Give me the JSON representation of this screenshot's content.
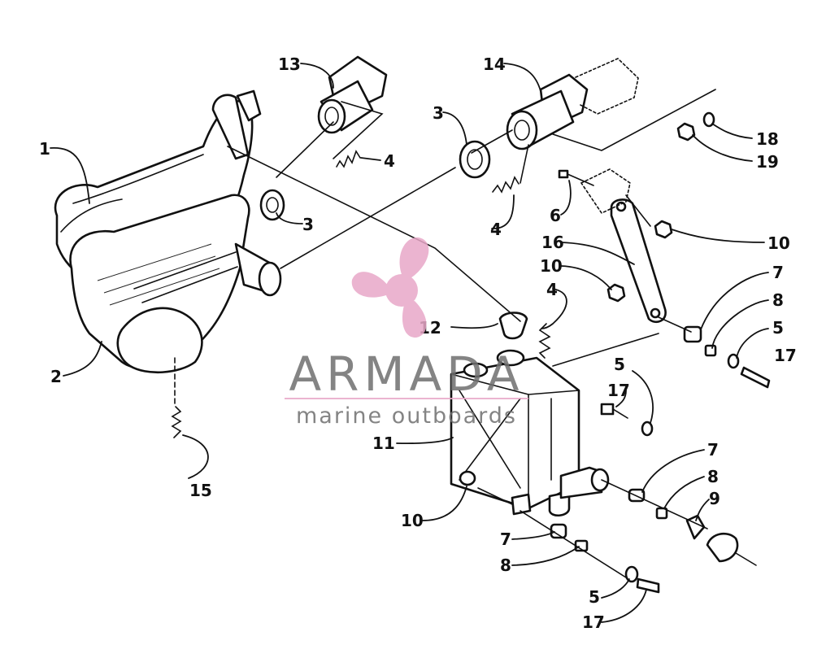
{
  "diagram": {
    "labels": [
      {
        "id": "l1",
        "text": "1"
      },
      {
        "id": "l2",
        "text": "2"
      },
      {
        "id": "l3a",
        "text": "3"
      },
      {
        "id": "l3b",
        "text": "3"
      },
      {
        "id": "l4a",
        "text": "4"
      },
      {
        "id": "l4b",
        "text": "4"
      },
      {
        "id": "l4c",
        "text": "4"
      },
      {
        "id": "l5a",
        "text": "5"
      },
      {
        "id": "l5b",
        "text": "5"
      },
      {
        "id": "l5c",
        "text": "5"
      },
      {
        "id": "l6",
        "text": "6"
      },
      {
        "id": "l7a",
        "text": "7"
      },
      {
        "id": "l7b",
        "text": "7"
      },
      {
        "id": "l7c",
        "text": "7"
      },
      {
        "id": "l8a",
        "text": "8"
      },
      {
        "id": "l8b",
        "text": "8"
      },
      {
        "id": "l8c",
        "text": "8"
      },
      {
        "id": "l9",
        "text": "9"
      },
      {
        "id": "l10a",
        "text": "10"
      },
      {
        "id": "l10b",
        "text": "10"
      },
      {
        "id": "l10c",
        "text": "10"
      },
      {
        "id": "l11",
        "text": "11"
      },
      {
        "id": "l12",
        "text": "12"
      },
      {
        "id": "l13",
        "text": "13"
      },
      {
        "id": "l14",
        "text": "14"
      },
      {
        "id": "l15",
        "text": "15"
      },
      {
        "id": "l16",
        "text": "16"
      },
      {
        "id": "l17a",
        "text": "17"
      },
      {
        "id": "l17b",
        "text": "17"
      },
      {
        "id": "l17c",
        "text": "17"
      },
      {
        "id": "l18",
        "text": "18"
      },
      {
        "id": "l19",
        "text": "19"
      }
    ]
  },
  "watermark": {
    "brand": "ARMADA",
    "tagline": "marine outboards",
    "logo_color": "#e8a8c8",
    "text_color": "#6f6f6f",
    "rule_color": "#e8a8c8"
  }
}
